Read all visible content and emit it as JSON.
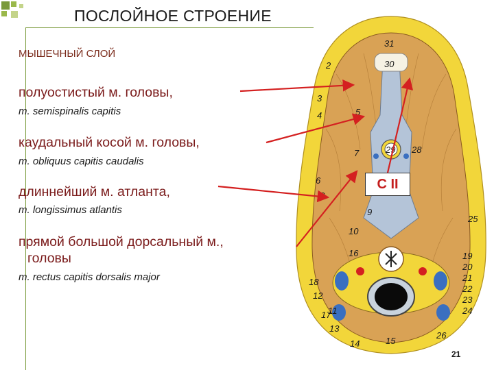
{
  "title": "ПОСЛОЙНОЕ СТРОЕНИЕ",
  "section": "МЫШЕЧНЫЙ СЛОЙ",
  "muscles": [
    {
      "ru": "полуостистый м. головы,",
      "latin": "m. semispinalis capitis"
    },
    {
      "ru": "каудальный косой м. головы,",
      "latin": "m. obliquus capitis caudalis"
    },
    {
      "ru": "длиннейший м. атланта,",
      "latin": "m. longissimus atlantis"
    },
    {
      "ru_line1": "прямой большой дорсальный м.,",
      "ru_line2": "головы",
      "latin": "m. rectus capitis dorsalis major"
    }
  ],
  "vertebra_label": "С II",
  "figure_numbers": [
    "31",
    "2",
    "30",
    "3",
    "4",
    "5",
    "29",
    "28",
    "7",
    "6",
    "8",
    "9",
    "25",
    "10",
    "16",
    "19",
    "20",
    "21",
    "22",
    "23",
    "24",
    "18",
    "12",
    "11",
    "17",
    "13",
    "14",
    "15",
    "26"
  ],
  "page_number": "21",
  "colors": {
    "arrow": "#d42020",
    "muscle": "#d9a255",
    "fat": "#f2d63a",
    "bone": "#b4c4d8",
    "accent_green": "#7a9a3a"
  }
}
